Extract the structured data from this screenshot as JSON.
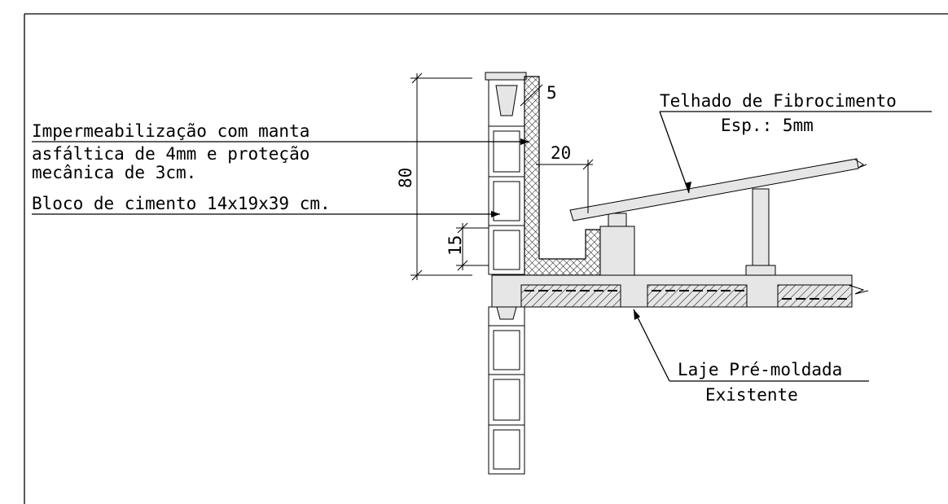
{
  "labels": {
    "waterproofing_line1": "Impermeabilização com manta",
    "waterproofing_line2": "asfáltica de 4mm e proteção",
    "waterproofing_line3": "mecânica de 3cm.",
    "block": "Bloco de cimento 14x19x39 cm.",
    "roof_line1": "Telhado de Fibrocimento",
    "roof_line2": "Esp.: 5mm",
    "slab_line1": "Laje Pré-moldada",
    "slab_line2": "Existente"
  },
  "dimensions": {
    "height_total": "80",
    "thickness": "5",
    "gutter_width": "20",
    "gutter_depth": "15"
  }
}
